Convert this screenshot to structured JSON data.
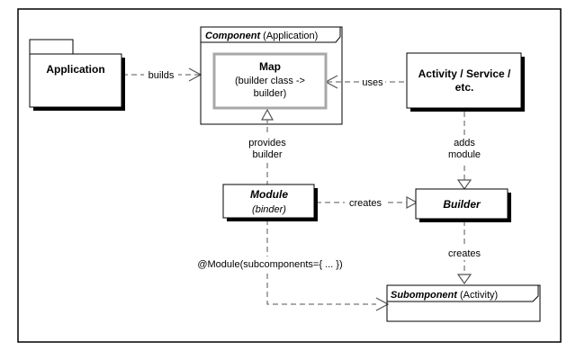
{
  "nodes": {
    "application": {
      "label": "Application"
    },
    "component": {
      "name": "Component",
      "qualifier": " (Application)"
    },
    "map": {
      "title": "Map",
      "line1": "(builder class ->",
      "line2": "builder)"
    },
    "activity": {
      "line1": "Activity / Service /",
      "line2": "etc."
    },
    "module": {
      "name": "Module",
      "qualifier": "(binder)"
    },
    "builder": {
      "label": "Builder"
    },
    "subcomponent": {
      "name": "Subomponent",
      "qualifier": " (Activity)"
    }
  },
  "edges": {
    "builds": "builds",
    "uses": "uses",
    "provides_line1": "provides",
    "provides_line2": "builder",
    "adds_line1": "adds",
    "adds_line2": "module",
    "creates_module": "creates",
    "creates_builder": "creates",
    "annotation": "@Module(subcomponents={ ... })"
  },
  "colors": {
    "line": "#000000",
    "shadow": "#000000",
    "inner_box": "#a8a8a8",
    "dash": "#555555"
  }
}
